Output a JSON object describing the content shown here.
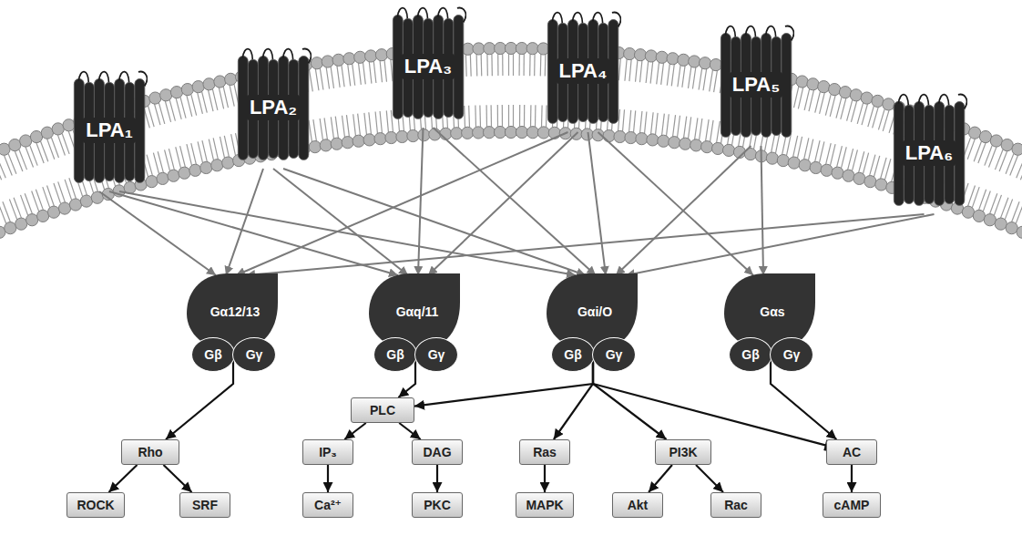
{
  "diagram": {
    "nodes": [
      {
        "text": [
          "LPA₁"
        ]
      },
      {
        "text": [
          "LPA₂"
        ]
      },
      {
        "text": [
          "LPA₃"
        ]
      },
      {
        "text": [
          "LPA₄"
        ]
      },
      {
        "text": [
          "LPA₅"
        ]
      },
      {
        "text": [
          "LPA₆"
        ]
      },
      {
        "text": [
          "Gα12/13"
        ]
      },
      {
        "text": [
          "Gβ"
        ]
      },
      {
        "text": [
          "Gγ"
        ]
      },
      {
        "text": [
          "Gαq/11"
        ]
      },
      {
        "text": [
          "Gβ"
        ]
      },
      {
        "text": [
          "Gγ"
        ]
      },
      {
        "text": [
          "Gαi/O"
        ]
      },
      {
        "text": [
          "Gβ"
        ]
      },
      {
        "text": [
          "Gγ"
        ]
      },
      {
        "text": [
          "Gαs"
        ]
      },
      {
        "text": [
          "Gβ"
        ]
      },
      {
        "text": [
          "Gγ"
        ]
      },
      {
        "text": [
          "PLC"
        ]
      },
      {
        "text": [
          "Rho"
        ]
      },
      {
        "text": [
          "IP₃"
        ]
      },
      {
        "text": [
          "DAG"
        ]
      },
      {
        "text": [
          "Ras"
        ]
      },
      {
        "text": [
          "PI3K"
        ]
      },
      {
        "text": [
          "AC"
        ]
      },
      {
        "text": [
          "ROCK"
        ]
      },
      {
        "text": [
          "SRF"
        ]
      },
      {
        "text": [
          "Ca²⁺"
        ]
      },
      {
        "text": [
          "PKC"
        ]
      },
      {
        "text": [
          "MAPK"
        ]
      },
      {
        "text": [
          "Akt"
        ]
      },
      {
        "text": [
          "Rac"
        ]
      },
      {
        "text": [
          "cAMP"
        ]
      }
    ],
    "edges": [
      {
        "from": 0,
        "to": 6,
        "arrow": "to"
      },
      {
        "from": 0,
        "to": 9,
        "arrow": "to"
      },
      {
        "from": 0,
        "to": 12,
        "arrow": "to"
      },
      {
        "from": 1,
        "to": 6,
        "arrow": "to"
      },
      {
        "from": 1,
        "to": 9,
        "arrow": "to"
      },
      {
        "from": 1,
        "to": 12,
        "arrow": "to"
      },
      {
        "from": 2,
        "to": 9,
        "arrow": "to"
      },
      {
        "from": 2,
        "to": 12,
        "arrow": "to"
      },
      {
        "from": 3,
        "to": 6,
        "arrow": "to"
      },
      {
        "from": 3,
        "to": 9,
        "arrow": "to"
      },
      {
        "from": 3,
        "to": 12,
        "arrow": "to"
      },
      {
        "from": 3,
        "to": 15,
        "arrow": "to"
      },
      {
        "from": 4,
        "to": 12,
        "arrow": "to"
      },
      {
        "from": 4,
        "to": 15,
        "arrow": "to"
      },
      {
        "from": 5,
        "to": 6,
        "arrow": "to"
      },
      {
        "from": 5,
        "to": 12,
        "arrow": "to"
      },
      {
        "from": 6,
        "to": 19,
        "arrow": "to"
      },
      {
        "from": 9,
        "to": 18,
        "arrow": "to"
      },
      {
        "from": 12,
        "to": 18,
        "arrow": "to"
      },
      {
        "from": 12,
        "to": 22,
        "arrow": "to"
      },
      {
        "from": 12,
        "to": 23,
        "arrow": "to"
      },
      {
        "from": 12,
        "to": 24,
        "arrow": "to"
      },
      {
        "from": 15,
        "to": 24,
        "arrow": "to"
      },
      {
        "from": 19,
        "to": 25,
        "arrow": "to"
      },
      {
        "from": 19,
        "to": 26,
        "arrow": "to"
      },
      {
        "from": 18,
        "to": 20,
        "arrow": "to"
      },
      {
        "from": 18,
        "to": 21,
        "arrow": "to"
      },
      {
        "from": 20,
        "to": 27,
        "arrow": "to"
      },
      {
        "from": 21,
        "to": 28,
        "arrow": "to"
      },
      {
        "from": 22,
        "to": 29,
        "arrow": "to"
      },
      {
        "from": 23,
        "to": 30,
        "arrow": "to"
      },
      {
        "from": 23,
        "to": 31,
        "arrow": "to"
      },
      {
        "from": 24,
        "to": 32,
        "arrow": "to"
      }
    ]
  }
}
